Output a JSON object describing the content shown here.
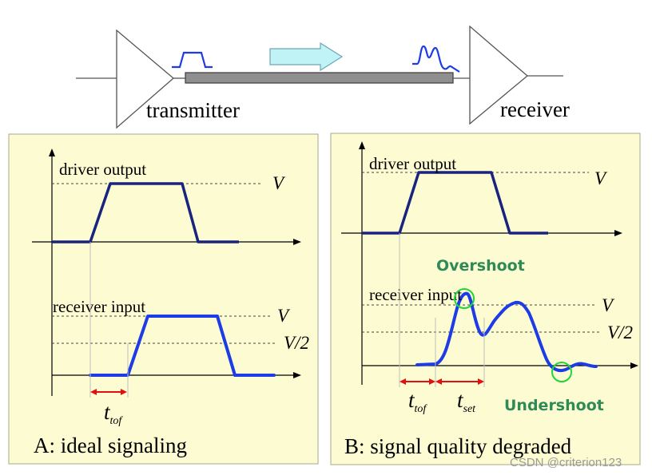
{
  "top": {
    "transmitter_label": "transmitter",
    "receiver_label": "receiver"
  },
  "panel_a": {
    "driver_label": "driver output",
    "v_label_top": "V",
    "receiver_label": "receiver input",
    "v_label_bottom": "V",
    "vhalf_label": "V/2",
    "t_main": "t",
    "t_sub": "tof",
    "caption": "A: ideal signaling"
  },
  "panel_b": {
    "driver_label": "driver output",
    "v_label_top": "V",
    "overshoot_label": "Overshoot",
    "receiver_label": "receiver input",
    "v_label_bottom": "V",
    "vhalf_label": "V/2",
    "t1_main": "t",
    "t1_sub": "tof",
    "t2_main": "t",
    "t2_sub": "set",
    "undershoot_label": "Undershoot",
    "caption": "B: signal quality degraded"
  },
  "watermark": "CSDN @criterion123",
  "colors": {
    "panel_bg": "#fdfbd2",
    "signal_dark": "#1a237e",
    "signal_blue": "#1e3ce6",
    "arrow_fill": "#bff3f5",
    "annotation_green": "#2e8b57",
    "marker_red": "#e01010"
  }
}
